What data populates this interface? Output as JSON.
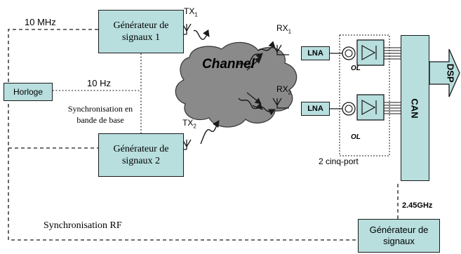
{
  "blocks": {
    "gen1": "Générateur de signaux 1",
    "gen2": "Générateur de signaux 2",
    "gen3": "Générateur de signaux",
    "clock": "Horloge",
    "can": "CAN",
    "dsp": "DSP",
    "lna1": "LNA",
    "lna2": "LNA",
    "channel": "Channel"
  },
  "labels": {
    "freq_10mhz": "10 MHz",
    "freq_10hz": "10 Hz",
    "sync_baseband": "Synchronisation en bande de base",
    "sync_rf": "Synchronisation RF",
    "freq_245ghz": "2.45GHz",
    "five_port": "2 cinq-port",
    "ol1": "OL",
    "ol2": "OL",
    "tx": "TX",
    "rx": "RX",
    "sub1": "1",
    "sub2": "2"
  },
  "colors": {
    "block_fill": "#b8dede",
    "channel_fill": "#8a8a8a",
    "line": "#1a1a1a"
  }
}
